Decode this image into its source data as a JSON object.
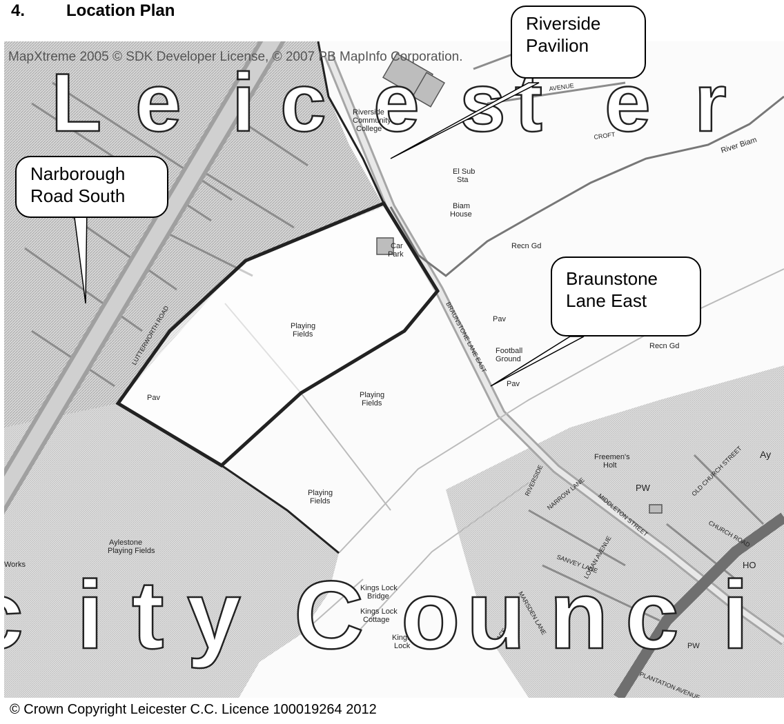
{
  "heading": {
    "number": "4.",
    "title": "Location Plan"
  },
  "map": {
    "attribution": "MapXtreme 2005 © SDK Developer License, © 2007 PB MapInfo Corporation.",
    "watermark_top": [
      "L",
      "e",
      "i",
      "c",
      "e",
      "s",
      "t",
      "e",
      "r"
    ],
    "watermark_bottom": [
      "c",
      "i",
      "t",
      "y",
      "C",
      "o",
      "u",
      "n",
      "c",
      "i"
    ],
    "labels": {
      "college": [
        "Riverside",
        "Community",
        "College"
      ],
      "el_sub": [
        "El Sub",
        "Sta"
      ],
      "biam_house": [
        "Biam",
        "House"
      ],
      "car_park": [
        "Car",
        "Park"
      ],
      "recn_gd_1": "Recn Gd",
      "recn_gd_2": "Recn Gd",
      "pav_1": "Pav",
      "pav_2": "Pav",
      "pav_3": "Pav",
      "playing_fields_1": [
        "Playing",
        "Fields"
      ],
      "playing_fields_2": [
        "Playing",
        "Fields"
      ],
      "playing_fields_3": [
        "Playing",
        "Fields"
      ],
      "aylestone_pf": [
        "Aylestone",
        "Playing Fields"
      ],
      "football_ground": [
        "Football",
        "Ground"
      ],
      "freemens_holt": [
        "Freemen's",
        "Holt"
      ],
      "pw_1": "PW",
      "pw_2": "PW",
      "ho": "HO",
      "ay": "Ay",
      "works": "Works",
      "kings_lock_bridge": [
        "Kings Lock",
        "Bridge"
      ],
      "kings_lock_cottage": [
        "Kings Lock",
        "Cottage"
      ],
      "kings_lock": [
        "Kings",
        "Lock"
      ],
      "river_biam": "River Biam",
      "braunstone_lane_east_road": "BRAUNSTONE LANE EAST",
      "middleton_street": "MIDDLETON STREET",
      "narrow_lane": "NARROW LANE",
      "sanvey_lane": "SANVEY LANE",
      "old_church_street": "OLD CHURCH STREET",
      "church_road": "CHURCH ROAD",
      "plantation_avenue": "PLANTATION AVENUE",
      "lutterworth_road": "LUTTERWORTH ROAD",
      "avenue": "AVENUE",
      "croft": "CROFT",
      "riverside": "RIVERSIDE",
      "marsden_lane": "MARSDEN LANE",
      "grace_rd": "GRACE ROAD",
      "logan_avenue": "LOGAN AVENUE"
    }
  },
  "callouts": {
    "riverside_pavilion": [
      "Riverside",
      "Pavilion"
    ],
    "narborough_road_south": [
      "Narborough",
      "Road South"
    ],
    "braunstone_lane_east": [
      "Braunstone",
      "Lane East"
    ]
  },
  "copyright": "© Crown Copyright Leicester C.C. Licence 100019264 2012",
  "colors": {
    "hatch": "#c9c9c9",
    "boundary": "#222222",
    "road": "#9a9a9a",
    "text": "#000000"
  }
}
